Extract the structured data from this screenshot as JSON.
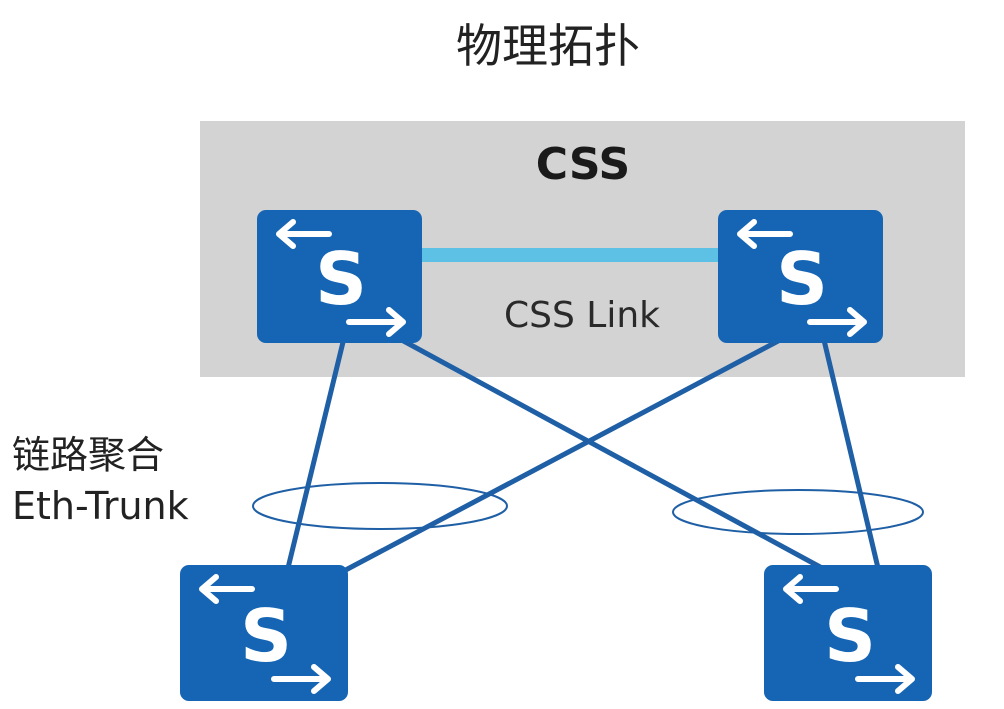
{
  "title": "物理拓扑",
  "css_region": {
    "label": "CSS",
    "link_label": "CSS Link"
  },
  "side_labels": {
    "line1": "链路聚合",
    "line2": "Eth-Trunk"
  },
  "switch_letter": "S",
  "colors": {
    "switch_fill": "#1565b4",
    "link_line": "#1f5fa5",
    "css_link": "#5cc1e4",
    "css_region_bg": "#d3d3d3"
  },
  "icons": {
    "switch": "switch-icon",
    "arrow_left": "arrow-left-icon",
    "arrow_right": "arrow-right-icon"
  }
}
